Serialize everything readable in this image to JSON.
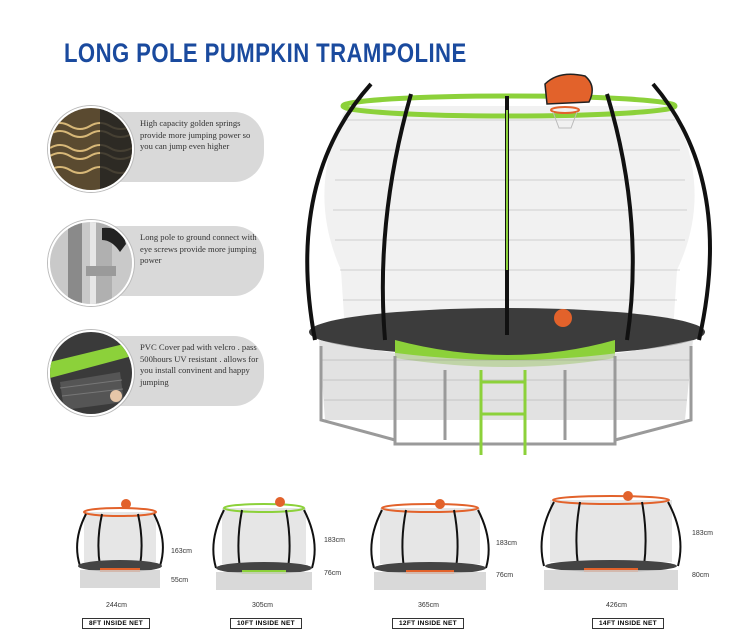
{
  "title": "LONG POLE PUMPKIN TRAMPOLINE",
  "colors": {
    "title": "#1a4a9e",
    "frame_green": "#8cd13a",
    "net": "#2b2b2b",
    "pill": "#d9d9d9",
    "hoop": "#e2622b"
  },
  "features": [
    {
      "text": "High capacity golden springs provide more jumping power so you can jump even higher",
      "icon": "springs-photo"
    },
    {
      "text": "Long pole to ground connect with eye screws provide more jumping power",
      "icon": "pole-photo"
    },
    {
      "text": "PVC Cover pad with velcro . pass 500hours UV resistant . allows for you install convinent and happy jumping",
      "icon": "cover-pad-photo"
    }
  ],
  "sizes": [
    {
      "label": "8FT INSIDE NET",
      "width": "244cm",
      "net_height": "163cm",
      "base_height": "55cm"
    },
    {
      "label": "10FT INSIDE NET",
      "width": "305cm",
      "net_height": "183cm",
      "base_height": "76cm"
    },
    {
      "label": "12FT INSIDE NET",
      "width": "365cm",
      "net_height": "183cm",
      "base_height": "76cm"
    },
    {
      "label": "14FT INSIDE NET",
      "width": "426cm",
      "net_height": "183cm",
      "base_height": "80cm"
    }
  ]
}
